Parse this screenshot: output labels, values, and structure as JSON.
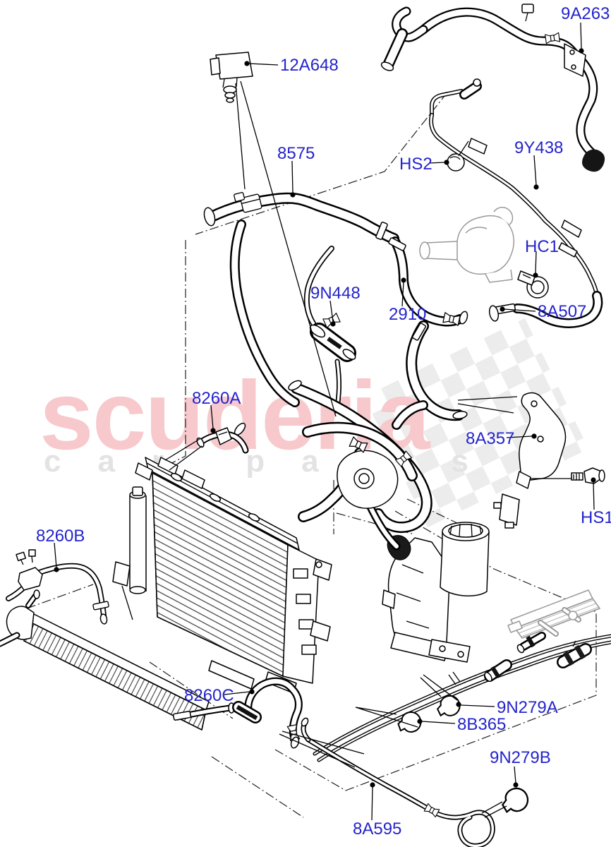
{
  "diagram": {
    "watermark": {
      "brand": "scuderia",
      "tagline": "car parts"
    },
    "label_color": "#2424cc",
    "labels": [
      {
        "id": "9A263",
        "text": "9A263"
      },
      {
        "id": "12A648",
        "text": "12A648"
      },
      {
        "id": "8575",
        "text": "8575"
      },
      {
        "id": "HS2",
        "text": "HS2"
      },
      {
        "id": "9Y438",
        "text": "9Y438"
      },
      {
        "id": "HC1",
        "text": "HC1"
      },
      {
        "id": "8A507",
        "text": "8A507"
      },
      {
        "id": "2910",
        "text": "2910"
      },
      {
        "id": "9N448",
        "text": "9N448"
      },
      {
        "id": "8260A",
        "text": "8260A"
      },
      {
        "id": "8A357",
        "text": "8A357"
      },
      {
        "id": "HS1",
        "text": "HS1"
      },
      {
        "id": "8260B",
        "text": "8260B"
      },
      {
        "id": "8260C",
        "text": "8260C"
      },
      {
        "id": "9N279A",
        "text": "9N279A"
      },
      {
        "id": "8B365",
        "text": "8B365"
      },
      {
        "id": "9N279B",
        "text": "9N279B"
      },
      {
        "id": "8A595",
        "text": "8A595"
      }
    ]
  }
}
